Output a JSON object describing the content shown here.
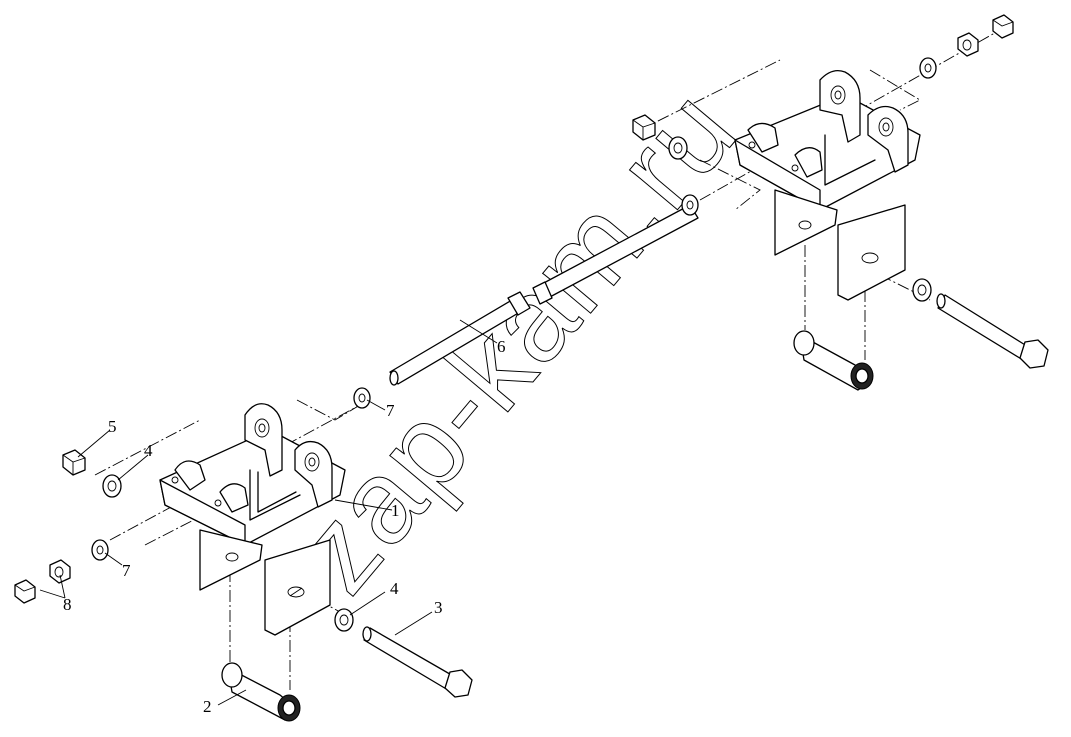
{
  "watermark": "zap-kam.ru",
  "callouts": [
    {
      "id": "c1",
      "label": "1"
    },
    {
      "id": "c2",
      "label": "2"
    },
    {
      "id": "c3",
      "label": "3"
    },
    {
      "id": "c4a",
      "label": "4"
    },
    {
      "id": "c4b",
      "label": "4"
    },
    {
      "id": "c5",
      "label": "5"
    },
    {
      "id": "c6",
      "label": "6"
    },
    {
      "id": "c7a",
      "label": "7"
    },
    {
      "id": "c7b",
      "label": "7"
    },
    {
      "id": "c8",
      "label": "8"
    }
  ],
  "icons": {
    "nut": "hex-nut-icon",
    "washer": "washer-icon",
    "bolt": "bolt-icon",
    "bushing": "bushing-icon",
    "bracket": "bracket-icon"
  }
}
